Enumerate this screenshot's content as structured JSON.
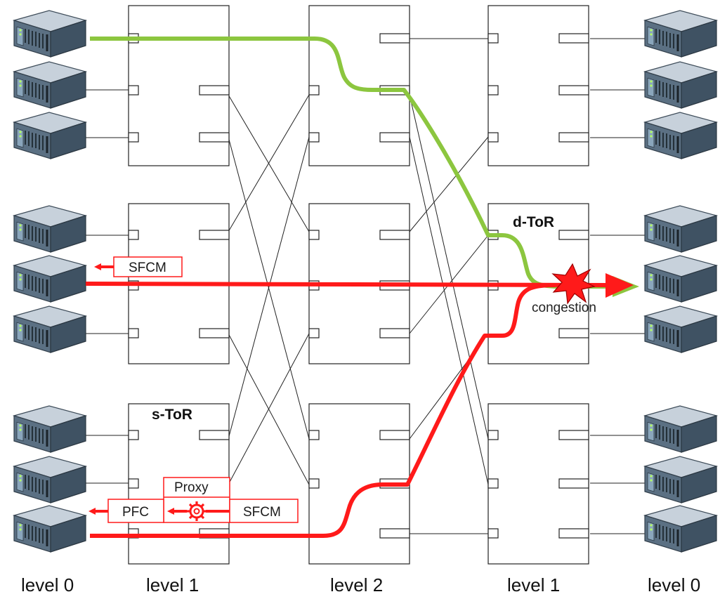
{
  "levels": {
    "col1": "level 0",
    "col2": "level 1",
    "col3": "level 2",
    "col4": "level 1",
    "col5": "level 0"
  },
  "tor": {
    "destination": "d-ToR",
    "source": "s-ToR"
  },
  "messages": {
    "sfcm_upper": "SFCM",
    "sfcm_lower": "SFCM",
    "pfc": "PFC",
    "proxy": "Proxy",
    "congestion": "congestion"
  },
  "colors": {
    "green_flow": "#8cc63f",
    "red_flow": "#ff1a1a",
    "switch_border": "#222222",
    "server_body": "#5a6f82"
  },
  "icons": {
    "server": "server-icon",
    "congestion": "congestion-star-icon",
    "proxy": "proxy-gear-icon"
  }
}
